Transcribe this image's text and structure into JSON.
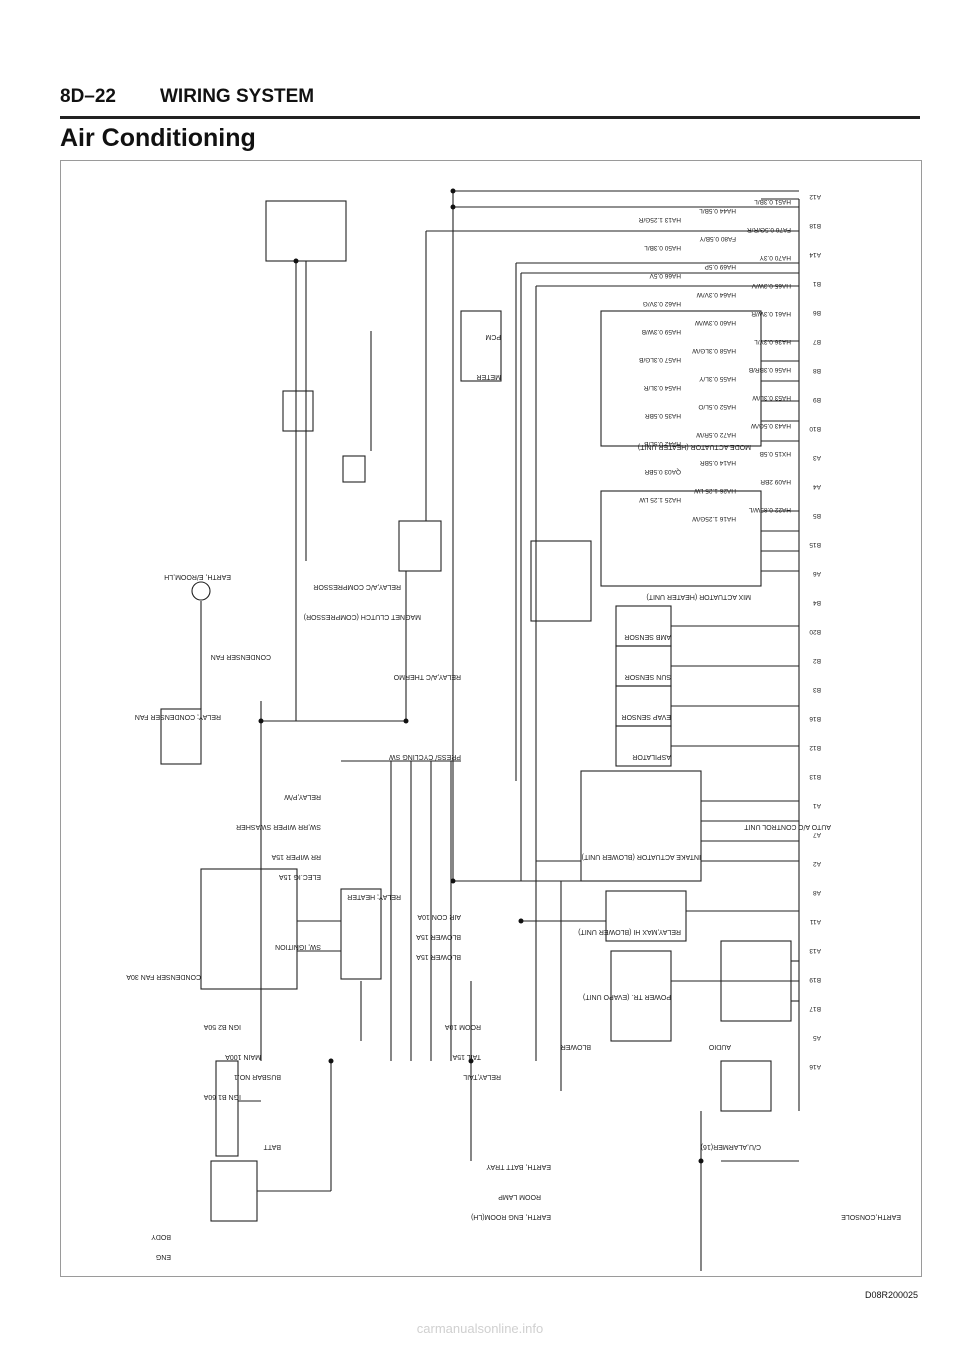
{
  "header": {
    "page_number": "8D–22",
    "section": "WIRING SYSTEM"
  },
  "title": "Air Conditioning",
  "diagram_code": "D08R200025",
  "footer": "carmanualsonline.info",
  "labels": {
    "control_unit": "AUTO A/C CONTROL UNIT",
    "mode_actuator": "MODE ACTUATOR (HEATER UNIT)",
    "mix_actuator": "MIX ACTUATOR (HEATER UNIT)",
    "intake_actuator": "INTAKE ACTUATOR (BLOWER UNIT)",
    "relay_max_hi": "RELAY,MAX HI (BLOWER UNIT)",
    "power_tr": "POWER TR. (EVAPO UNIT)",
    "aspirator": "ASPILATOR",
    "amb_sensor": "AMB SENSOR",
    "sun_sensor": "SUN SENSOR",
    "evap_sensor": "EVAP SENSOR",
    "blower": "BLOWER",
    "relay_condenser_fan": "RELAY; CONDENSER FAN",
    "condenser_fan": "CONDENSER FAN",
    "relay_ac_compressor": "RELAY,A/C COMPRESSOR",
    "magnet_clutch": "MAGNET CLUTCH (COMPRESSOR)",
    "relay_ac_thermo": "RELAY,A/C THERMO",
    "press_cycling": "PRESS/ CYCLING SW",
    "relay_heater": "RELAY; HEATER",
    "batt": "BATT",
    "busbar": "BUSBAR NO.1",
    "pcm": "PCM",
    "meter": "METER",
    "audio": "AUDIO",
    "cu_alarmer": "C/U,ALARMER(16)",
    "room_lamp": "ROOM LAMP",
    "earth_console": "EARTH,CONSOLE",
    "earth_batt_tray": "EARTH, BATT TRAY",
    "earth_eng_room": "EARTH, ENG ROOM(LH)",
    "earth_eroom": "EARTH, E/ROOM,LH",
    "sw_ignition": "SW, IGNITION",
    "rr_wiper": "RR WIPER 15A",
    "elec_ig": "ELEC.IG 15A",
    "sw_rr_wiper": "SW,RR WIPER SWASHER",
    "relay_pw": "RELAY,P/W",
    "fuse_aircon": "AIR CON 10A",
    "fuse_blower1": "BLOWER 15A",
    "fuse_blower2": "BLOWER 15A",
    "fuse_condenser": "CONDENSER FAN 30A",
    "fuse_main": "MAIN 100A",
    "fuse_ign_b2": "IGN B2 50A",
    "fuse_ign_b1": "IGN B1 60A",
    "fuse_room": "ROOM 10A",
    "fuse_tail": "TAIL 15A",
    "relay_tail": "RELAY,TAIL",
    "body": "BODY",
    "eng": "ENG"
  },
  "wires": [
    "HA51 0.3B/L",
    "HA44 0.5B/L",
    "HA13 1.25G/R",
    "FA76 0.5G/R/R",
    "FA80 0.5B/Y",
    "HA50 0.3B/L",
    "HA70 0.3Y",
    "HA69 0.5P",
    "HA66 0.5V",
    "HA65 0.3W/V",
    "HA64 0.3V/W",
    "HA62 0.3V/G",
    "HA61 0.3W/R",
    "HA60 0.3W/W",
    "HA59 0.3W/B",
    "HA36 0.3Y/L",
    "HA58 0.3LG/W",
    "HA57 0.3LG/B",
    "HA56 0.3BR/B",
    "HA55 0.3L/Y",
    "HA54 0.3L/R",
    "HA53 0.3L/W",
    "HA52 0.5L/O",
    "HA35 0.5BR",
    "HA43 0.5G/W",
    "HA72 0.5R/W",
    "HA42 0.5L/B",
    "HX15 0.5B",
    "HA14 0.5BR",
    "QA03 0.5BR",
    "HA09 2BR",
    "HA26 1.25 LW",
    "HA25 1.25 LW",
    "HA22 0.85W/L",
    "HA16 1.25G/W"
  ],
  "pins_left": [
    "A12",
    "B18",
    "A14",
    "B1",
    "B6",
    "B7",
    "B8",
    "B9",
    "B10",
    "A3",
    "A4",
    "B5",
    "B15",
    "A6",
    "B4",
    "B20",
    "B2",
    "B3",
    "B16",
    "B12",
    "B13",
    "A1",
    "A7",
    "A2",
    "A8",
    "A11",
    "A13",
    "B19",
    "B17",
    "A5",
    "A16"
  ]
}
